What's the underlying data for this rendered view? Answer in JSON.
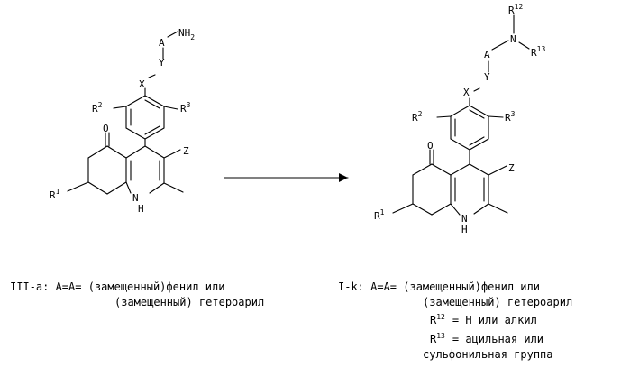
{
  "reactant": {
    "atoms": {
      "amine": "NH",
      "amine_sub": "2",
      "a": "A",
      "y": "Y",
      "x": "X",
      "r2": "R",
      "r2_sup": "2",
      "r3": "R",
      "r3_sup": "3",
      "oxygen": "O",
      "z": "Z",
      "r1": "R",
      "r1_sup": "1",
      "nh_n": "N",
      "nh_h": "H"
    },
    "caption_line1": "III-a: A=A= (замещенный)фенил или",
    "caption_line2": "(замещенный) гетероарил"
  },
  "product": {
    "atoms": {
      "r12": "R",
      "r12_sup": "12",
      "n": "N",
      "r13": "R",
      "r13_sup": "13",
      "a": "A",
      "y": "Y",
      "x": "X",
      "r2": "R",
      "r2_sup": "2",
      "r3": "R",
      "r3_sup": "3",
      "oxygen": "O",
      "z": "Z",
      "r1": "R",
      "r1_sup": "1",
      "nh_n": "N",
      "nh_h": "H"
    },
    "caption_line1": "I-k: A=A= (замещенный)фенил или",
    "caption_line2": "(замещенный) гетероарил",
    "r12_def": {
      "r": "R",
      "sup": "12",
      "text": "= H или алкил"
    },
    "r13_def": {
      "r": "R",
      "sup": "13",
      "text": "= ацильная или"
    },
    "r13_def_line2": "сульфонильная группа"
  }
}
